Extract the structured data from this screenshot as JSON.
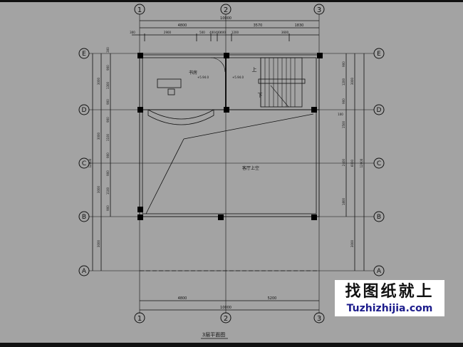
{
  "grid": {
    "columns": [
      "1",
      "2",
      "3"
    ],
    "rows": [
      "E",
      "D",
      "C",
      "B",
      "A"
    ]
  },
  "dims_top": {
    "overall": "10000",
    "row2": [
      "4800",
      "3570",
      "1830"
    ],
    "row3": [
      "300",
      "2900",
      "500",
      "400",
      "400",
      "400",
      "1200",
      "3600"
    ]
  },
  "dims_left": {
    "detail": [
      "300",
      "900",
      "1300",
      "900",
      "900",
      "1100",
      "900",
      "900",
      "1100",
      "900"
    ],
    "axis": [
      "3000",
      "3000",
      "3000",
      "3000"
    ],
    "overall": "12000"
  },
  "dims_right": {
    "detail": [
      "900",
      "1200",
      "900",
      "1500",
      "2400",
      "1800"
    ],
    "axis": [
      "3000",
      "6000",
      "3000"
    ],
    "overall": "12000",
    "offset": "100"
  },
  "dims_bottom": {
    "row1": [
      "4800",
      "5200"
    ],
    "overall": "10000"
  },
  "rooms": {
    "study": "书房",
    "study_level": "+5.94.0",
    "stair_level": "+5.94.0",
    "up": "上",
    "down": "下",
    "void": "客厅上空"
  },
  "title": "3层平面图",
  "watermark": {
    "cn": "找图纸就上",
    "en": "Tuzhizhijia.com"
  },
  "colors": {
    "background": "#a3a3a3",
    "lines": "#111111",
    "watermark_text": "#1c1c8c"
  }
}
